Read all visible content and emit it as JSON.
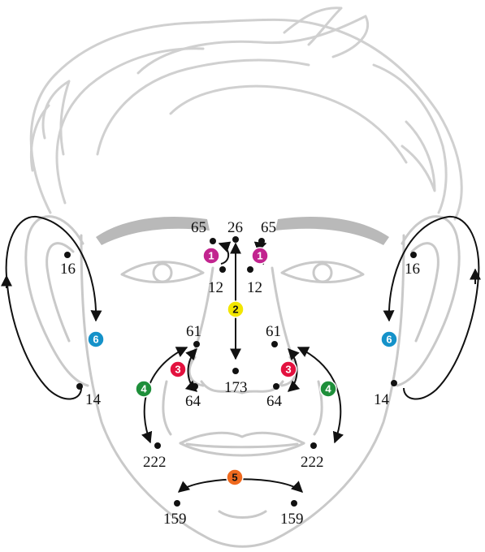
{
  "points": {
    "p65_l": "65",
    "p26": "26",
    "p65_r": "65",
    "p12_l": "12",
    "p12_r": "12",
    "p16_l": "16",
    "p16_r": "16",
    "p61_l": "61",
    "p61_r": "61",
    "p173": "173",
    "p64_l": "64",
    "p64_r": "64",
    "p14_l": "14",
    "p14_r": "14",
    "p222_l": "222",
    "p222_r": "222",
    "p159_l": "159",
    "p159_r": "159"
  },
  "steps": {
    "s1": "1",
    "s2": "2",
    "s3": "3",
    "s4": "4",
    "s5": "5",
    "s6": "6"
  },
  "colors": {
    "step1": "#c2248f",
    "step2": "#f2e600",
    "step3": "#e3123f",
    "step4": "#1e8f3a",
    "step5": "#ef6a1f",
    "step6": "#1592c9"
  }
}
